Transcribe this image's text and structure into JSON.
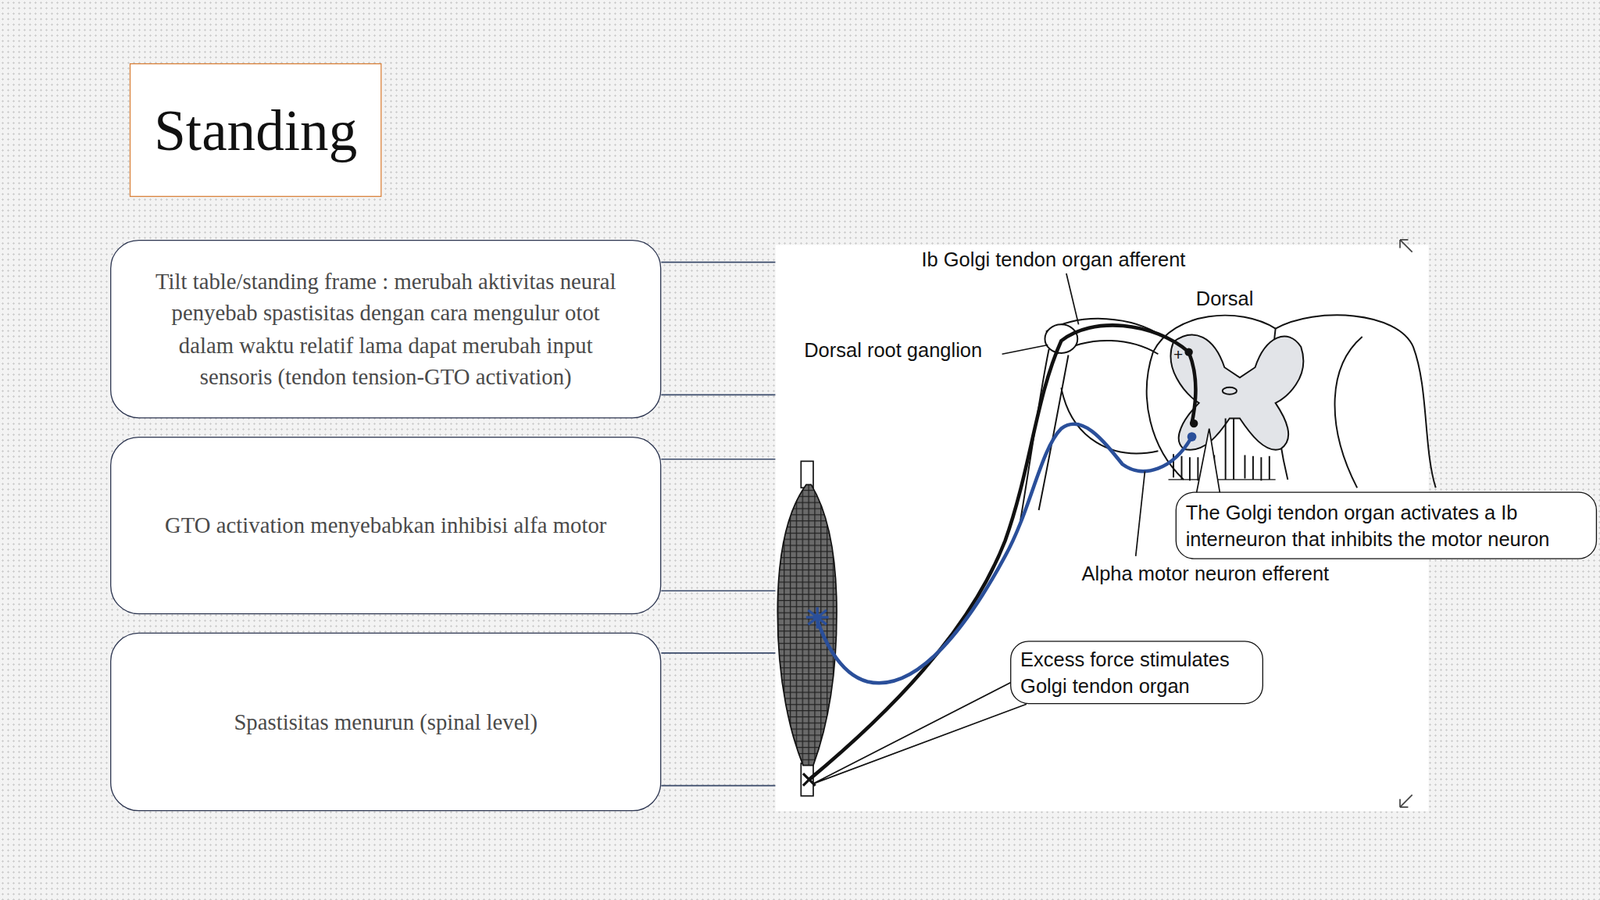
{
  "diagram": {
    "title": "Standing",
    "nodes": [
      {
        "text": [
          "Tilt table/standing frame : merubah aktivitas neural penyebab spastisitas dengan cara mengulur otot dalam waktu relatif lama dapat merubah input sensoris (tendon tension-GTO activation)"
        ]
      },
      {
        "text": [
          "GTO activation menyebabkan inhibisi alfa motor"
        ]
      },
      {
        "text": [
          "Spastisitas menurun (spinal level)"
        ]
      },
      {
        "text": [
          "The Golgi tendon organ activates a Ib interneuron that inhibits the motor neuron"
        ]
      },
      {
        "text": [
          "Excess force stimulates Golgi tendon organ"
        ]
      }
    ],
    "labels": [
      "Ib Golgi tendon organ afferent",
      "Dorsal",
      "Dorsal root ganglion",
      "+",
      "Alpha motor neuron efferent"
    ]
  }
}
